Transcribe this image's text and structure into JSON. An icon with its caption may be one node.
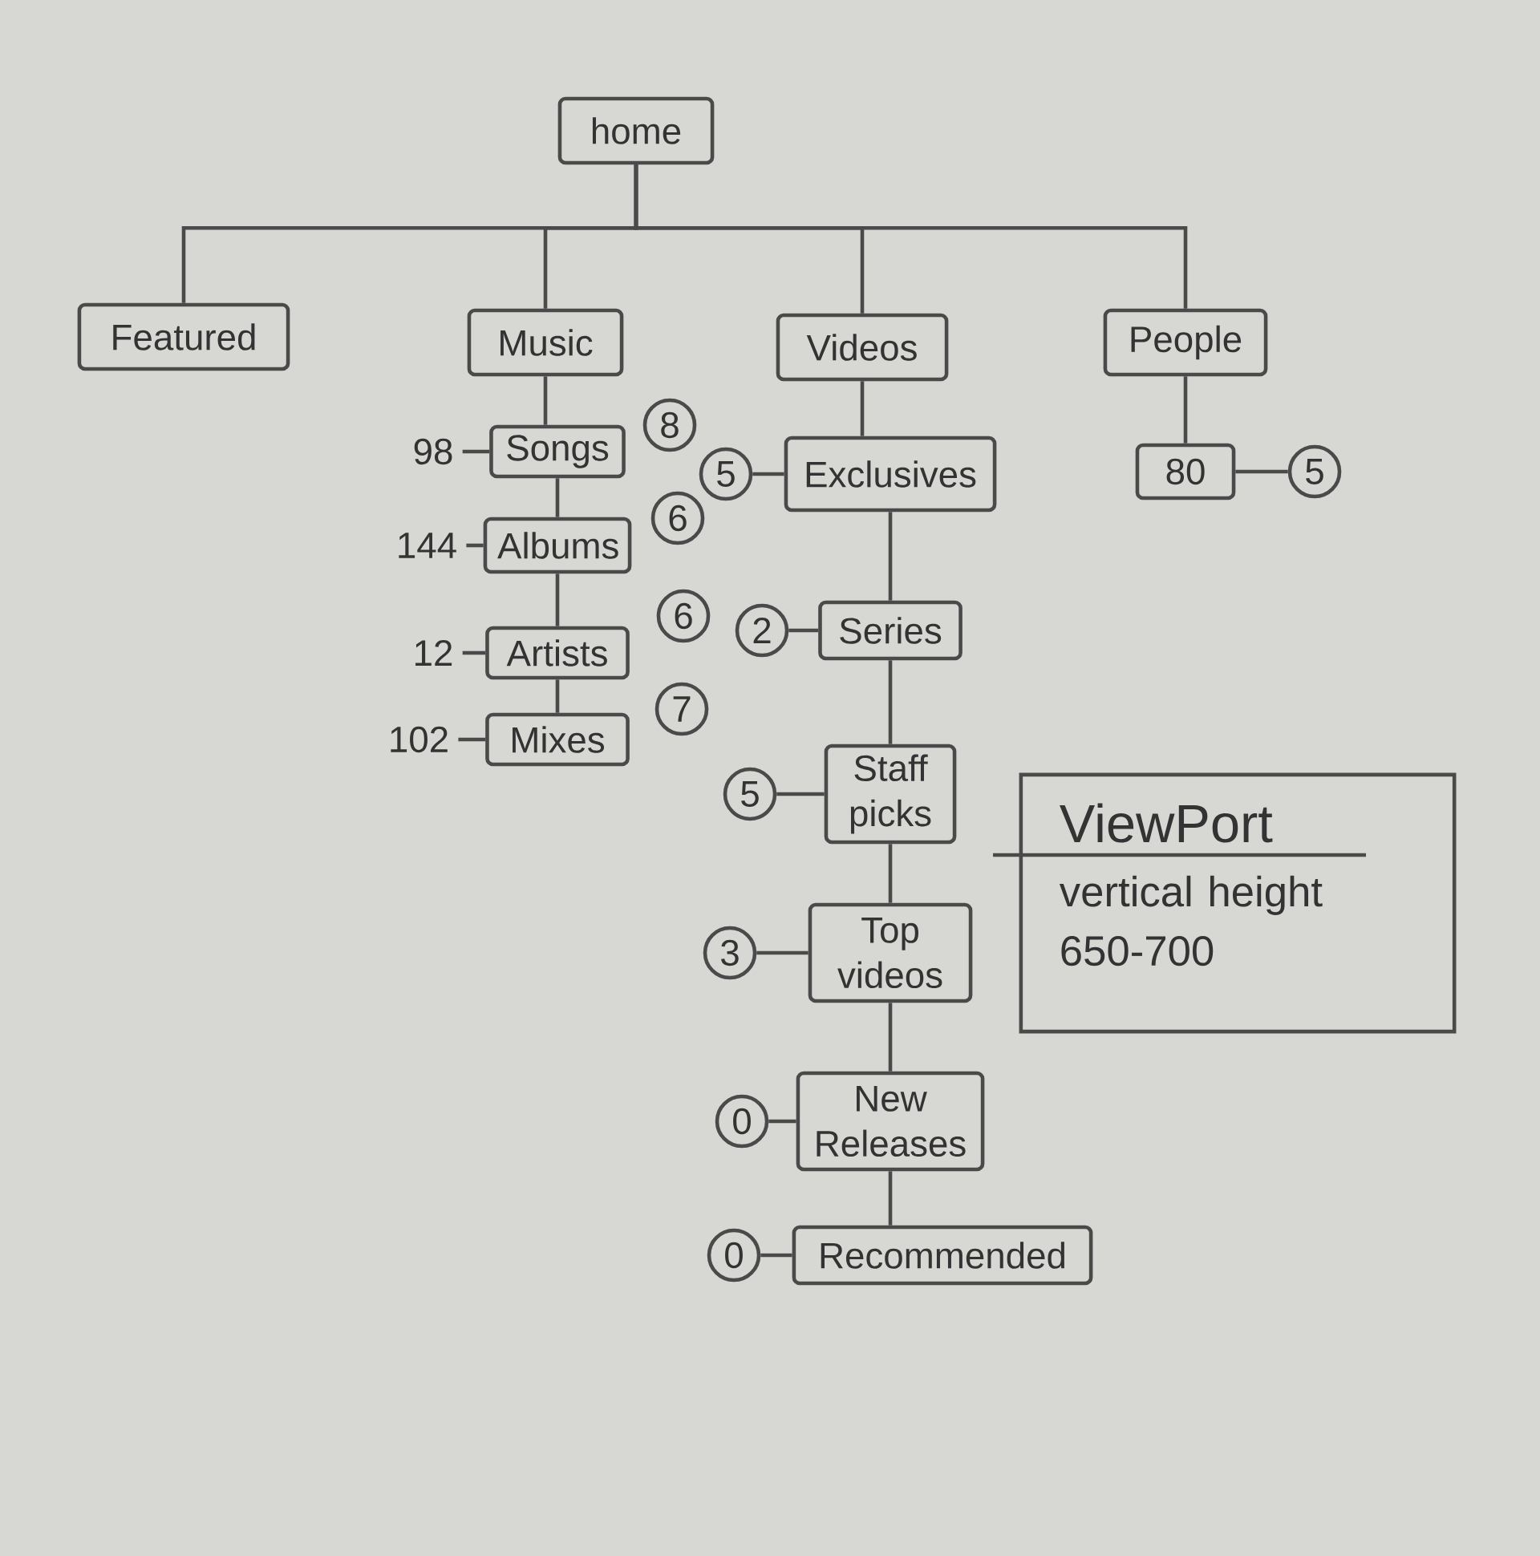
{
  "diagram": {
    "nodes": [
      {
        "text": [
          "home"
        ]
      },
      {
        "text": [
          "Featured"
        ]
      },
      {
        "text": [
          "Music"
        ]
      },
      {
        "text": [
          "Videos"
        ]
      },
      {
        "text": [
          "People"
        ]
      },
      {
        "text": [
          "Songs"
        ]
      },
      {
        "text": [
          "98"
        ]
      },
      {
        "text": [
          "8"
        ]
      },
      {
        "text": [
          "Albums"
        ]
      },
      {
        "text": [
          "144"
        ]
      },
      {
        "text": [
          "6"
        ]
      },
      {
        "text": [
          "Artists"
        ]
      },
      {
        "text": [
          "12"
        ]
      },
      {
        "text": [
          "6"
        ]
      },
      {
        "text": [
          "Mixes"
        ]
      },
      {
        "text": [
          "102"
        ]
      },
      {
        "text": [
          "7"
        ]
      },
      {
        "text": [
          "Exclusives"
        ]
      },
      {
        "text": [
          "5"
        ]
      },
      {
        "text": [
          "Series"
        ]
      },
      {
        "text": [
          "2"
        ]
      },
      {
        "text": [
          "Staff picks"
        ]
      },
      {
        "text": [
          "5"
        ]
      },
      {
        "text": [
          "Top videos"
        ]
      },
      {
        "text": [
          "3"
        ]
      },
      {
        "text": [
          "New Releases"
        ]
      },
      {
        "text": [
          "0"
        ]
      },
      {
        "text": [
          "Recommended"
        ]
      },
      {
        "text": [
          "0"
        ]
      },
      {
        "text": [
          "80"
        ]
      },
      {
        "text": [
          "5"
        ]
      },
      {
        "text": [
          "ViewPort",
          "vertical height 650-700"
        ]
      }
    ],
    "edges": [
      {
        "from": 0,
        "to": 1,
        "arrow": "none"
      },
      {
        "from": 0,
        "to": 2,
        "arrow": "none"
      },
      {
        "from": 0,
        "to": 3,
        "arrow": "none"
      },
      {
        "from": 0,
        "to": 4,
        "arrow": "none"
      },
      {
        "from": 2,
        "to": 5,
        "arrow": "none"
      },
      {
        "from": 5,
        "to": 8,
        "arrow": "none"
      },
      {
        "from": 8,
        "to": 11,
        "arrow": "none"
      },
      {
        "from": 11,
        "to": 14,
        "arrow": "none"
      },
      {
        "from": 5,
        "to": 6,
        "arrow": "none"
      },
      {
        "from": 8,
        "to": 9,
        "arrow": "none"
      },
      {
        "from": 11,
        "to": 12,
        "arrow": "none"
      },
      {
        "from": 14,
        "to": 15,
        "arrow": "none"
      },
      {
        "from": 3,
        "to": 17,
        "arrow": "none"
      },
      {
        "from": 17,
        "to": 19,
        "arrow": "none"
      },
      {
        "from": 19,
        "to": 21,
        "arrow": "none"
      },
      {
        "from": 21,
        "to": 23,
        "arrow": "none"
      },
      {
        "from": 23,
        "to": 25,
        "arrow": "none"
      },
      {
        "from": 25,
        "to": 27,
        "arrow": "none"
      },
      {
        "from": 17,
        "to": 18,
        "arrow": "none"
      },
      {
        "from": 19,
        "to": 20,
        "arrow": "none"
      },
      {
        "from": 21,
        "to": 22,
        "arrow": "none"
      },
      {
        "from": 23,
        "to": 24,
        "arrow": "none"
      },
      {
        "from": 25,
        "to": 26,
        "arrow": "none"
      },
      {
        "from": 27,
        "to": 28,
        "arrow": "none"
      },
      {
        "from": 4,
        "to": 29,
        "arrow": "none"
      },
      {
        "from": 29,
        "to": 30,
        "arrow": "none"
      }
    ]
  }
}
